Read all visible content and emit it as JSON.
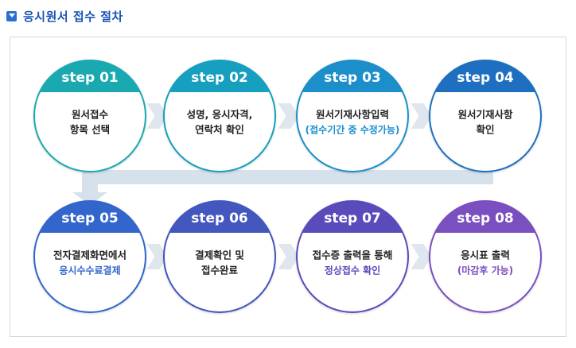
{
  "title": "응시원서 접수 절차",
  "steps": [
    {
      "badge": "step 01",
      "lines": [
        "원서접수",
        "항목 선택"
      ],
      "note": "",
      "color": "#1aa9b0"
    },
    {
      "badge": "step 02",
      "lines": [
        "성명, 응시자격,",
        "연락처 확인"
      ],
      "note": "",
      "color": "#179fbf"
    },
    {
      "badge": "step 03",
      "lines": [
        "원서기재사항입력"
      ],
      "note": "(접수기간 중 수정가능)",
      "color": "#1c8fcb"
    },
    {
      "badge": "step 04",
      "lines": [
        "원서기재사항",
        "확인"
      ],
      "note": "",
      "color": "#1f6fc0"
    },
    {
      "badge": "step 05",
      "lines": [
        "전자결제화면에서"
      ],
      "note": "응시수수료결제",
      "color": "#3366cc"
    },
    {
      "badge": "step 06",
      "lines": [
        "결제확인 및",
        "접수완료"
      ],
      "note": "",
      "color": "#4457bf"
    },
    {
      "badge": "step 07",
      "lines": [
        "접수증 출력을 통해"
      ],
      "note": "정상접수 확인",
      "color": "#5a4bbb"
    },
    {
      "badge": "step 08",
      "lines": [
        "응시표 출력"
      ],
      "note": "(마감후 가능)",
      "color": "#7a4fc0"
    }
  ],
  "icon": "arrow-down-icon"
}
